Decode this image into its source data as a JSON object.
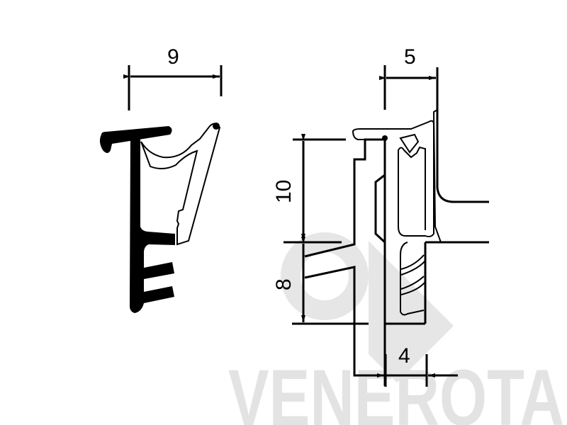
{
  "drawing": {
    "dimensions": {
      "profile_width": "9",
      "groove_width": "5",
      "upper_height": "10",
      "lower_height": "8",
      "stem_width": "4"
    },
    "watermark": "VENEROTA",
    "colors": {
      "line": "#000000",
      "watermark": "#e3e3e3"
    }
  }
}
